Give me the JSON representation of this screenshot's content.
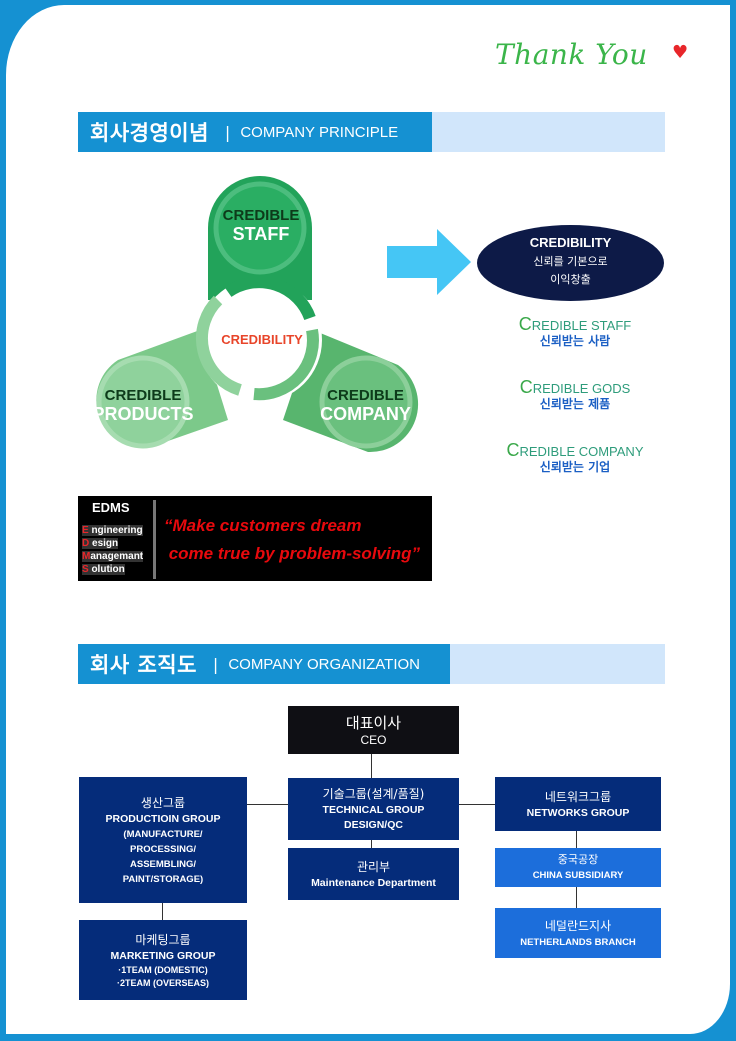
{
  "header": {
    "thank_you": "Thank You",
    "heart_icon": "♥"
  },
  "principle_section": {
    "title_ko": "회사경영이념",
    "separator": "|",
    "title_en": "COMPANY PRINCIPLE"
  },
  "triad": {
    "top": {
      "line1": "CREDIBLE",
      "line2": "STAFF"
    },
    "left": {
      "line1": "CREDIBLE",
      "line2": "PRODUCTS"
    },
    "right": {
      "line1": "CREDIBLE",
      "line2": "COMPANY"
    },
    "center": "CREDIBILITY",
    "colors": {
      "top": "#22a35a",
      "left": "#7cc98a",
      "right": "#58b56e",
      "center_text": "#e8452a"
    }
  },
  "credibility_ellipse": {
    "title": "CREDIBILITY",
    "line1": "신뢰를 기본으로",
    "line2": "이익창출"
  },
  "principles": [
    {
      "cap": "C",
      "rest": "REDIBLE STAFF",
      "ko": "신뢰받는 사람"
    },
    {
      "cap": "C",
      "rest": "REDIBLE GODS",
      "ko": "신뢰받는 제품"
    },
    {
      "cap": "C",
      "rest": "REDIBLE COMPANY",
      "ko": "신뢰받는 기업"
    }
  ],
  "edms": {
    "title": "EDMS",
    "lines": [
      {
        "initial": "E",
        "rest": "ngineering"
      },
      {
        "initial": "D",
        "rest": "esign"
      },
      {
        "initial": "M",
        "rest": "anagemant"
      },
      {
        "initial": "S",
        "rest": "olution"
      }
    ],
    "quote_line1": "“Make customers dream",
    "quote_line2": " come true by problem-solving”"
  },
  "organization_section": {
    "title_ko": "회사 조직도",
    "separator": "|",
    "title_en": "COMPANY ORGANIZATION"
  },
  "org": {
    "ceo": {
      "ko": "대표이사",
      "en": "CEO"
    },
    "technical": {
      "ko": "기술그룹(설계/품질)",
      "en1": "TECHNICAL GROUP",
      "en2": "DESIGN/QC"
    },
    "maintenance": {
      "ko": "관리부",
      "en": "Maintenance Department"
    },
    "production": {
      "ko": "생산그룹",
      "en": "PRODUCTIOIN GROUP",
      "sub1": "(MANUFACTURE/",
      "sub2": "PROCESSING/",
      "sub3": "ASSEMBLING/",
      "sub4": "PAINT/STORAGE)"
    },
    "marketing": {
      "ko": "마케팅그룹",
      "en": "MARKETING GROUP",
      "sub1": "·1TEAM (DOMESTIC)",
      "sub2": "·2TEAM (OVERSEAS)"
    },
    "networks": {
      "ko": "네트워크그룹",
      "en": "NETWORKS GROUP"
    },
    "china": {
      "ko": "중국공장",
      "en": "CHINA SUBSIDIARY"
    },
    "netherlands": {
      "ko": "네덜란드지사",
      "en": "NETHERLANDS BRANCH"
    }
  }
}
